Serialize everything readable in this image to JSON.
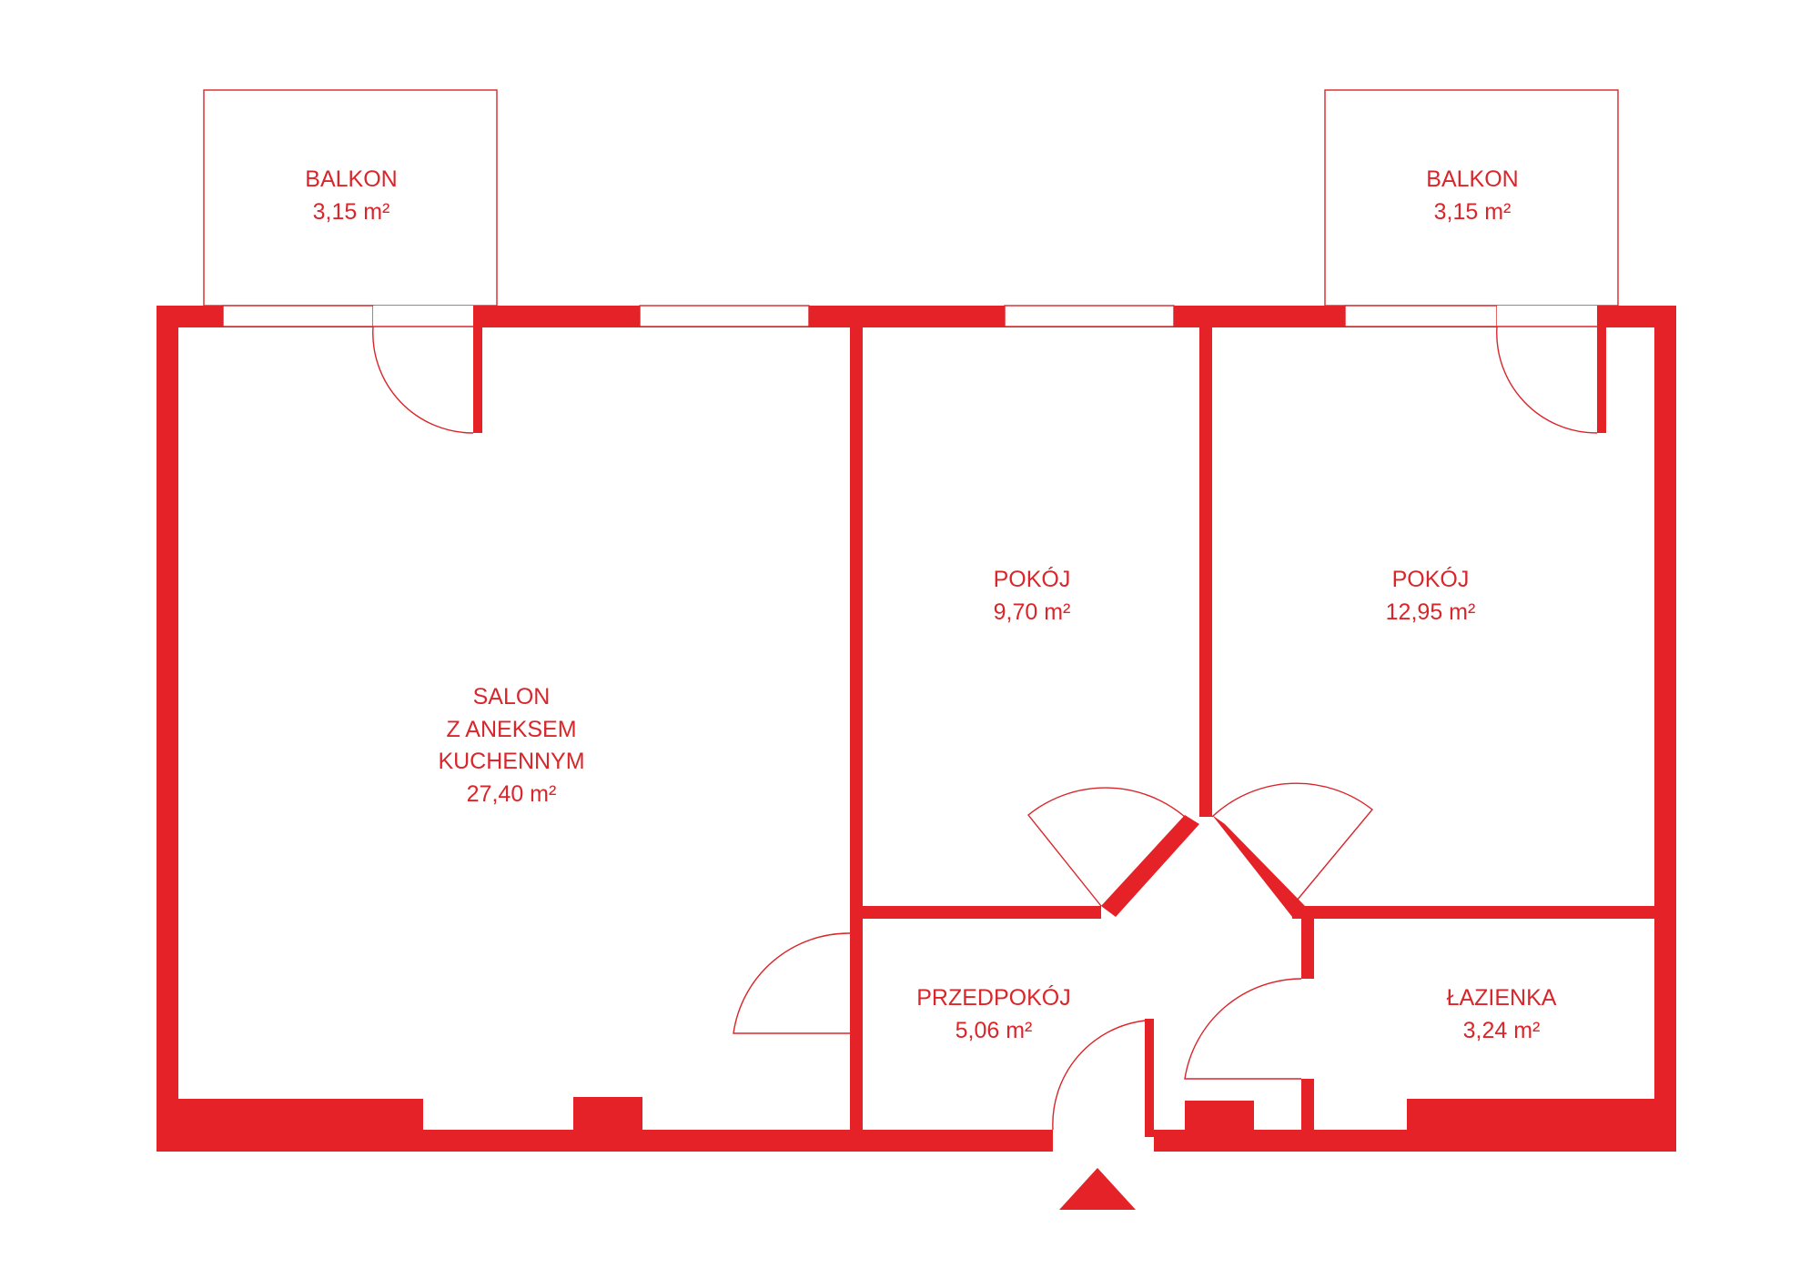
{
  "rooms": [
    {
      "id": "balkon-left",
      "name": "BALKON",
      "area": "3,15 m²"
    },
    {
      "id": "balkon-right",
      "name": "BALKON",
      "area": "3,15 m²"
    },
    {
      "id": "salon",
      "name_lines": [
        "SALON",
        "Z ANEKSEM",
        "KUCHENNYM"
      ],
      "area": "27,40 m²"
    },
    {
      "id": "pokoj-1",
      "name": "POKÓJ",
      "area": "9,70 m²"
    },
    {
      "id": "pokoj-2",
      "name": "POKÓJ",
      "area": "12,95 m²"
    },
    {
      "id": "przedpokoj",
      "name": "PRZEDPOKÓJ",
      "area": "5,06 m²"
    },
    {
      "id": "lazienka",
      "name": "ŁAZIENKA",
      "area": "3,24 m²"
    }
  ],
  "colors": {
    "wall": "#e52228",
    "text": "#d9262b",
    "background": "#ffffff"
  },
  "icons": {
    "entrance": "entrance-triangle-icon"
  }
}
